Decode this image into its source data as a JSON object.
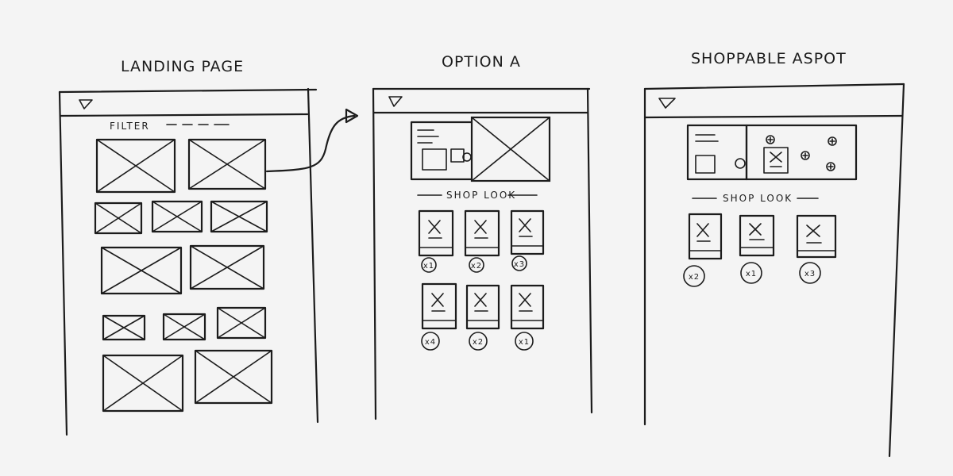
{
  "titles": {
    "landing": "LANDING PAGE",
    "option_a": "OPTION A",
    "shoppable": "SHOPPABLE ASPOT"
  },
  "labels": {
    "filter": "FILTER",
    "shop_look_a": "SHOP LOOK",
    "shop_look_b": "SHOP LOOK"
  },
  "option_a_badges": [
    "x1",
    "x2",
    "x3",
    "x4",
    "x2",
    "x1"
  ],
  "shoppable_badges": [
    "x2",
    "x1",
    "x3"
  ]
}
